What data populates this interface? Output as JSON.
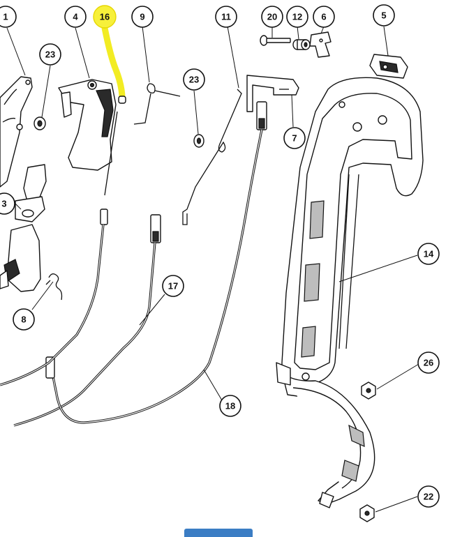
{
  "callouts": [
    {
      "id": "c1",
      "label": "1"
    },
    {
      "id": "c4",
      "label": "4"
    },
    {
      "id": "c16",
      "label": "16",
      "highlighted": true
    },
    {
      "id": "c9",
      "label": "9"
    },
    {
      "id": "c11",
      "label": "11"
    },
    {
      "id": "c20",
      "label": "20"
    },
    {
      "id": "c12",
      "label": "12"
    },
    {
      "id": "c6",
      "label": "6"
    },
    {
      "id": "c5",
      "label": "5"
    },
    {
      "id": "c23a",
      "label": "23"
    },
    {
      "id": "c23b",
      "label": "23"
    },
    {
      "id": "c7",
      "label": "7"
    },
    {
      "id": "c3",
      "label": "3"
    },
    {
      "id": "c14",
      "label": "14"
    },
    {
      "id": "c17",
      "label": "17"
    },
    {
      "id": "c8",
      "label": "8"
    },
    {
      "id": "c18",
      "label": "18"
    },
    {
      "id": "c26",
      "label": "26"
    },
    {
      "id": "c22",
      "label": "22"
    }
  ],
  "colors": {
    "highlight": "#f7f03a",
    "line": "#111111",
    "button": "#3b7dc4"
  }
}
